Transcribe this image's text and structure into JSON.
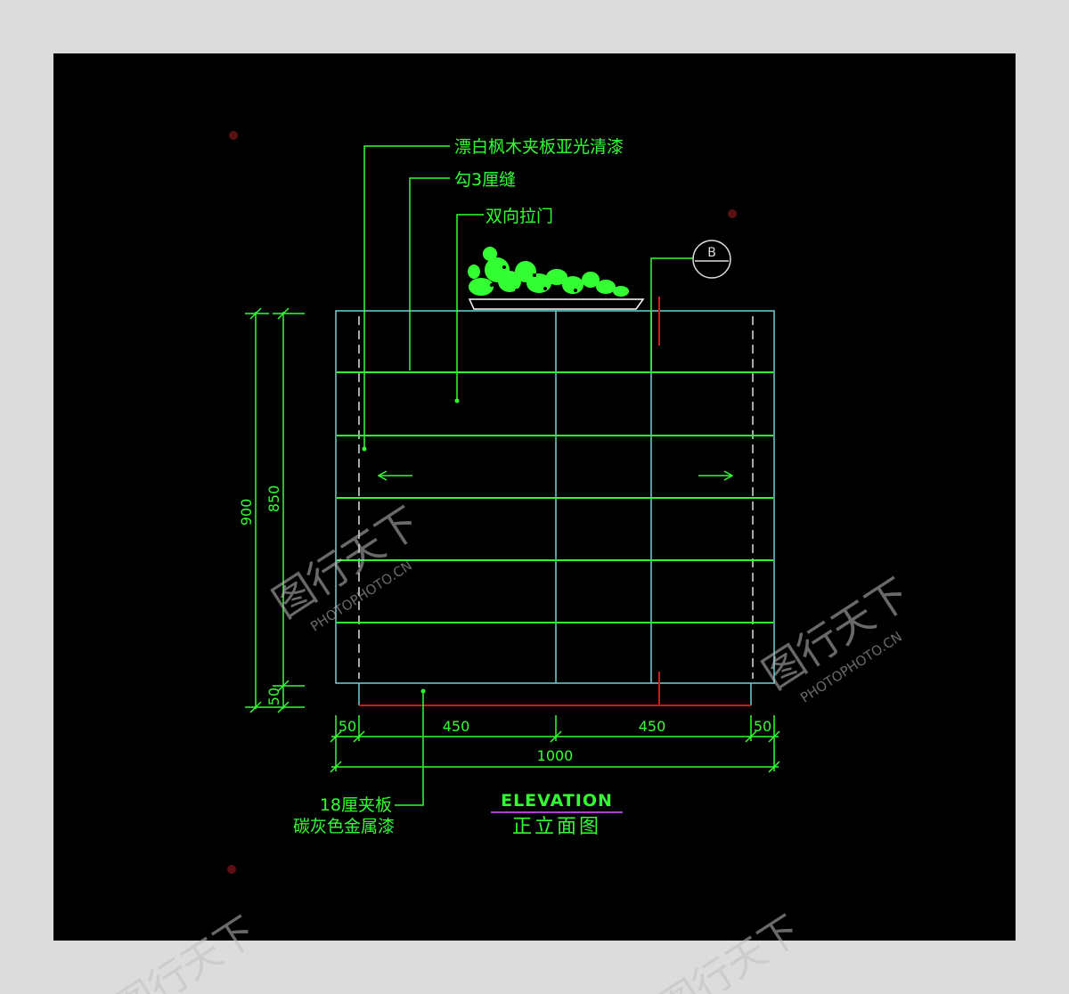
{
  "drawing": {
    "title": "ELEVATION",
    "subtitle": "正立面图",
    "annotations": {
      "finish": "漂白枫木夹板亚光清漆",
      "groove": "勾3厘缝",
      "door": "双向拉门",
      "base_line1": "18厘夹板",
      "base_line2": "碳灰色金属漆"
    },
    "section_marker": "B",
    "dimensions": {
      "height_total": "900",
      "height_upper": "850",
      "height_base": "50",
      "width_left_edge": "50",
      "width_left_panel": "450",
      "width_right_panel": "450",
      "width_right_edge": "50",
      "width_total": "1000"
    }
  },
  "watermark": {
    "logo_text": "图行天下",
    "site_text": "PHOTOPHOTO.CN"
  },
  "colors": {
    "background": "#000000",
    "frame": "#dcdcdc",
    "line_green": "#33ff33",
    "line_cyan": "#6fd3d6",
    "line_red": "#d01818",
    "title_underline": "#b040d0"
  }
}
